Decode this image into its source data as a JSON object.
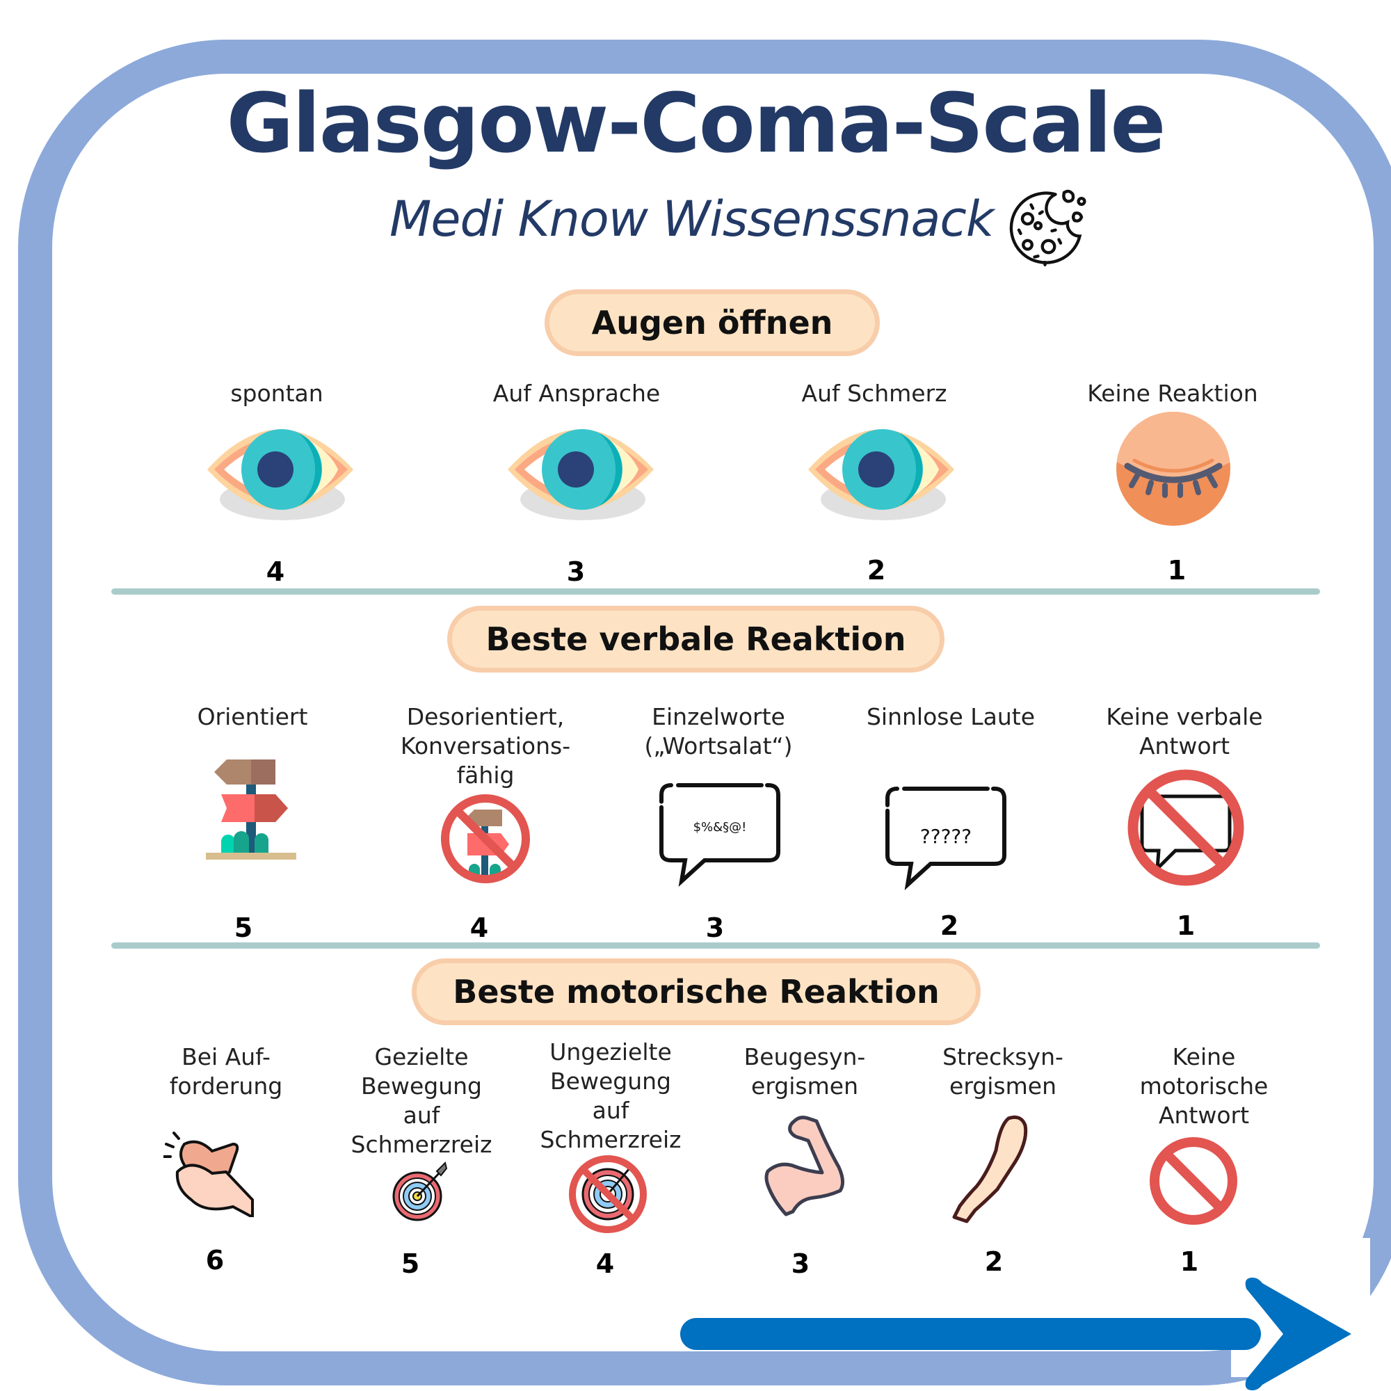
{
  "header": {
    "title": "Glasgow-Coma-Scale",
    "subtitle": "Medi Know Wissenssnack",
    "subtitle_icon": "cookie-icon"
  },
  "colors": {
    "frame": "#8da9da",
    "title": "#233a66",
    "pill_fill": "#fde3c4",
    "pill_border": "#f8cdaa",
    "divider": "#a9cccb",
    "arrow": "#0070c0",
    "prohibition": "#e25550"
  },
  "sections": [
    {
      "heading": "Augen öffnen",
      "items": [
        {
          "label": "spontan",
          "score": "4",
          "icon": "open-eye-icon"
        },
        {
          "label": "Auf Ansprache",
          "score": "3",
          "icon": "open-eye-icon"
        },
        {
          "label": "Auf Schmerz",
          "score": "2",
          "icon": "open-eye-icon"
        },
        {
          "label": "Keine Reaktion",
          "score": "1",
          "icon": "closed-eye-icon"
        }
      ]
    },
    {
      "heading": "Beste verbale Reaktion",
      "items": [
        {
          "label": "Orientiert",
          "score": "5",
          "icon": "signpost-icon"
        },
        {
          "label": "Desorientiert, Konversations- fähig",
          "lines": [
            "Desorientiert,",
            "Konversations-",
            "fähig"
          ],
          "score": "4",
          "icon": "crossed-signpost-icon"
        },
        {
          "label": "Einzelworte („Wortsalat“)",
          "lines": [
            "Einzelworte",
            "(„Wortsalat“)"
          ],
          "score": "3",
          "icon": "speech-bubble-icon",
          "bubble_text": "$%&§@!"
        },
        {
          "label": "Sinnlose Laute",
          "score": "2",
          "icon": "speech-bubble-icon",
          "bubble_text": "?????"
        },
        {
          "label": "Keine verbale Antwort",
          "lines": [
            "Keine verbale",
            "Antwort"
          ],
          "score": "1",
          "icon": "crossed-speech-bubble-icon"
        }
      ]
    },
    {
      "heading": "Beste motorische Reaktion",
      "items": [
        {
          "label": "Bei Aufforderung",
          "lines": [
            "Bei Auf-",
            "forderung"
          ],
          "score": "6",
          "icon": "clapping-hands-icon"
        },
        {
          "label": "Gezielte Bewegung auf Schmerzreiz",
          "lines": [
            "Gezielte",
            "Bewegung",
            "auf",
            "Schmerzreiz"
          ],
          "score": "5",
          "icon": "target-icon"
        },
        {
          "label": "Ungezielte Bewegung auf Schmerzreiz",
          "lines": [
            "Ungezielte",
            "Bewegung",
            "auf",
            "Schmerzreiz"
          ],
          "score": "4",
          "icon": "crossed-target-icon"
        },
        {
          "label": "Beugesynergismen",
          "lines": [
            "Beugesyn-",
            "ergismen"
          ],
          "score": "3",
          "icon": "flexed-arm-icon"
        },
        {
          "label": "Strecksynergismen",
          "lines": [
            "Strecksyn-",
            "ergismen"
          ],
          "score": "2",
          "icon": "extended-arm-icon"
        },
        {
          "label": "Keine motorische Antwort",
          "lines": [
            "Keine",
            "motorische",
            "Antwort"
          ],
          "score": "1",
          "icon": "prohibition-icon"
        }
      ]
    }
  ],
  "footer": {
    "arrow_icon": "arrow-right-icon"
  }
}
